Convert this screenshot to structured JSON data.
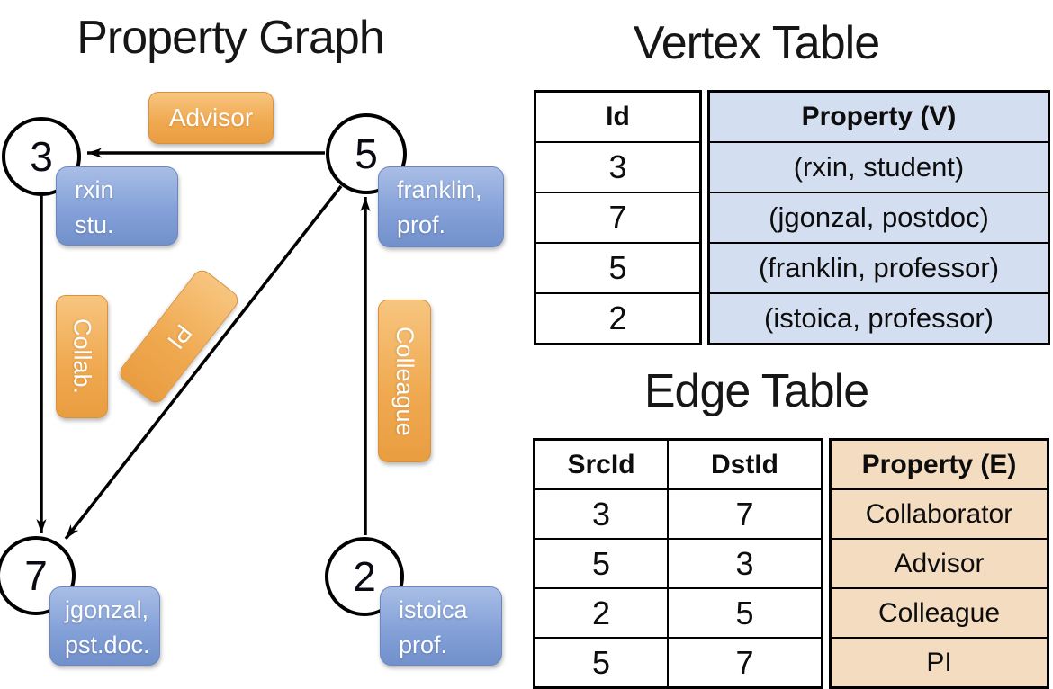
{
  "title_graph": "Property Graph",
  "title_vertex": "Vertex Table",
  "title_edge": "Edge Table",
  "graph": {
    "nodes": [
      {
        "id": "3"
      },
      {
        "id": "5"
      },
      {
        "id": "7"
      },
      {
        "id": "2"
      }
    ],
    "vertex_props": [
      {
        "line1": "rxin",
        "line2": "stu."
      },
      {
        "line1": "franklin,",
        "line2": "prof."
      },
      {
        "line1": "jgonzal,",
        "line2": "pst.doc."
      },
      {
        "line1": "istoica",
        "line2": "prof."
      }
    ],
    "edge_labels": [
      {
        "label": "Advisor"
      },
      {
        "label": "Collab."
      },
      {
        "label": "PI"
      },
      {
        "label": "Colleague"
      }
    ]
  },
  "vertex_table": {
    "headers": {
      "id": "Id",
      "property": "Property (V)"
    },
    "rows": [
      {
        "id": "3",
        "property": "(rxin, student)"
      },
      {
        "id": "7",
        "property": "(jgonzal, postdoc)"
      },
      {
        "id": "5",
        "property": "(franklin, professor)"
      },
      {
        "id": "2",
        "property": "(istoica, professor)"
      }
    ]
  },
  "edge_table": {
    "headers": {
      "src": "SrcId",
      "dst": "DstId",
      "property": "Property (E)"
    },
    "rows": [
      {
        "src": "3",
        "dst": "7",
        "property": "Collaborator"
      },
      {
        "src": "5",
        "dst": "3",
        "property": "Advisor"
      },
      {
        "src": "2",
        "dst": "5",
        "property": "Colleague"
      },
      {
        "src": "5",
        "dst": "7",
        "property": "PI"
      }
    ]
  },
  "colors": {
    "edge_pill_orange": "#EFA950",
    "vertex_pill_blue": "#84A1D8",
    "vertex_cell_bg": "#D3DEF0",
    "edge_cell_bg": "#F4DCC0",
    "line_black": "#000000"
  }
}
